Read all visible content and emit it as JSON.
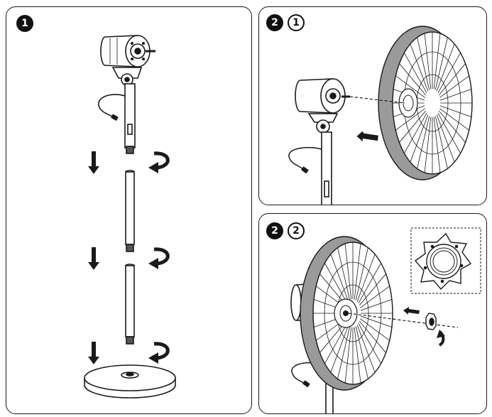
{
  "steps": {
    "step1": {
      "number": "1"
    },
    "step2a": {
      "number": "2",
      "sub": "1"
    },
    "step2b": {
      "number": "2",
      "sub": "2"
    }
  },
  "colors": {
    "ink": "#1a1a1a",
    "grille": "#9a9a9a",
    "background": "#ffffff"
  },
  "icons": [
    "fan-motor-head-icon",
    "power-cord-icon",
    "pole-icon",
    "base-icon",
    "down-arrow-icon",
    "rotate-arrow-icon",
    "grille-icon",
    "push-arrow-icon",
    "nut-icon"
  ]
}
